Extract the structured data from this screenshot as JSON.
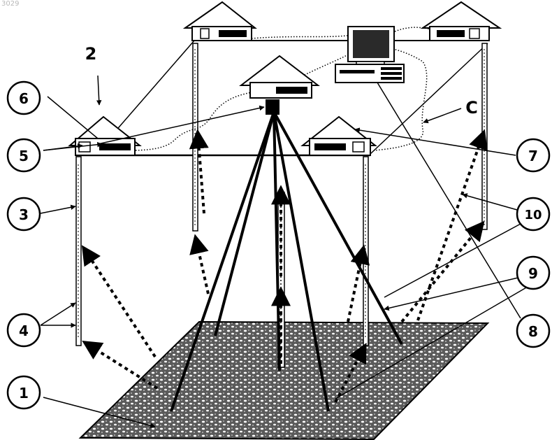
{
  "page_id": "3029",
  "labels": {
    "ref_1": "1",
    "ref_2": "2",
    "ref_3": "3",
    "ref_4": "4",
    "ref_5": "5",
    "ref_6": "6",
    "ref_7": "7",
    "ref_8": "8",
    "ref_9": "9",
    "ref_10": "10",
    "ref_C": "C"
  },
  "colors": {
    "ink": "#000000",
    "ground_fill": "#3a3a3a",
    "paper": "#ffffff"
  }
}
